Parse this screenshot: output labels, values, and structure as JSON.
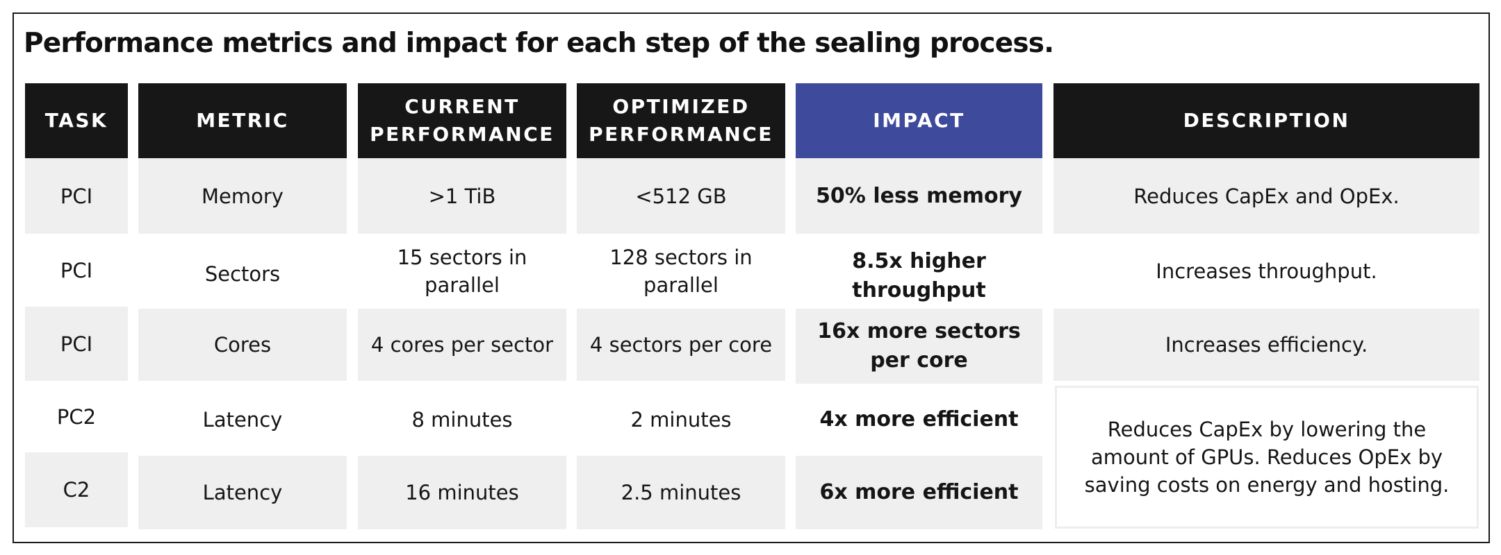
{
  "title": "Performance metrics and impact for each step of the sealing process.",
  "headers": {
    "task": "TASK",
    "metric": "METRIC",
    "current": "CURRENT PERFORMANCE",
    "optimized": "OPTIMIZED PERFORMANCE",
    "impact": "IMPACT",
    "description": "DESCRIPTION"
  },
  "rows": [
    {
      "task": "PCI",
      "metric": "Memory",
      "current": ">1 TiB",
      "optimized": "<512 GB",
      "impact": "50% less memory",
      "description": "Reduces CapEx and OpEx."
    },
    {
      "task": "PCI",
      "metric": "Sectors",
      "current": "15 sectors in parallel",
      "optimized": "128 sectors in parallel",
      "impact": "8.5x higher throughput",
      "description": "Increases throughput."
    },
    {
      "task": "PCI",
      "metric": "Cores",
      "current": "4 cores per sector",
      "optimized": "4 sectors per core",
      "impact": "16x more sectors per core",
      "description": "Increases efficiency."
    },
    {
      "task": "PC2",
      "metric": "Latency",
      "current": "8 minutes",
      "optimized": "2 minutes",
      "impact": "4x more efficient",
      "description": "Reduces CapEx by lowering the amount of GPUs. Reduces OpEx by saving costs on energy and hosting."
    },
    {
      "task": "C2",
      "metric": "Latency",
      "current": "16 minutes",
      "optimized": "2.5 minutes",
      "impact": "6x more efficient",
      "description": ""
    }
  ],
  "colors": {
    "header_bg": "#171717",
    "impact_header_bg": "#3e4a9c",
    "shaded_row_bg": "#efefef"
  }
}
